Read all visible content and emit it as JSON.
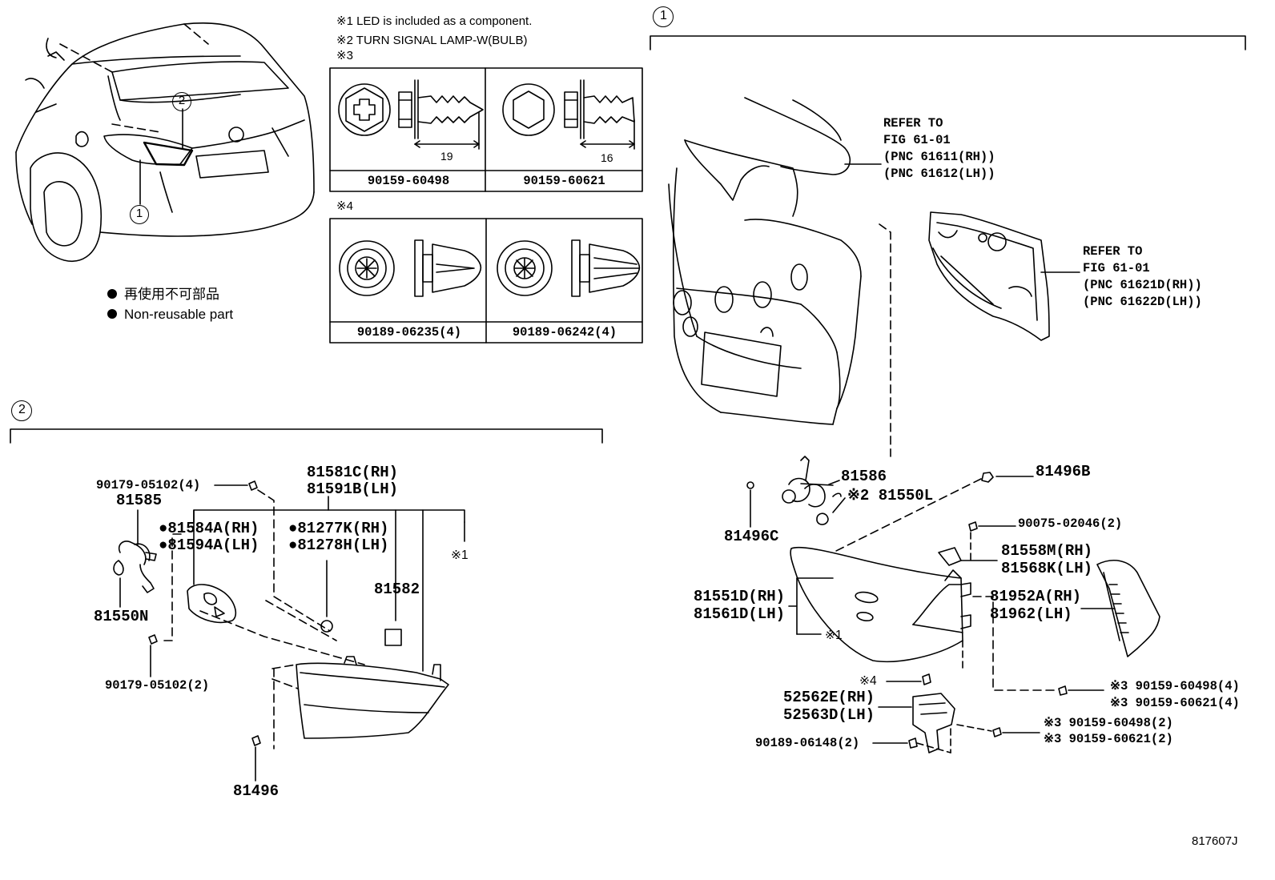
{
  "notes": {
    "n1": "※1 LED is included as a component.",
    "n2": "※2 TURN SIGNAL LAMP-W(BULB)",
    "n3": "※3",
    "n4": "※4"
  },
  "fastener_tables": {
    "t3": {
      "cells": [
        {
          "part": "90159-60498",
          "dim": "19"
        },
        {
          "part": "90159-60621",
          "dim": "16"
        }
      ]
    },
    "t4": {
      "cells": [
        {
          "part": "90189-06235(4)"
        },
        {
          "part": "90189-06242(4)"
        }
      ]
    }
  },
  "legend": {
    "jp": "再使用不可部品",
    "en": "Non-reusable part"
  },
  "callouts": {
    "c1": "1",
    "c2": "2"
  },
  "references": {
    "r1": [
      "REFER TO",
      "FIG 61-01",
      "(PNC 61611(RH))",
      "(PNC 61612(LH))"
    ],
    "r2": [
      "REFER TO",
      "FIG 61-01",
      "(PNC 61621D(RH))",
      "(PNC 61622D(LH))"
    ]
  },
  "section1_labels": {
    "p81586": "81586",
    "p81550L": "※2 81550L",
    "p81496B": "81496B",
    "p81496C": "81496C",
    "p90075": "90075-02046(2)",
    "p81558M": "81558M(RH)",
    "p81568K": "81568K(LH)",
    "p81551D": "81551D(RH)",
    "p81561D": "81561D(LH)",
    "mark1": "※1",
    "p81952A": "81952A(RH)",
    "p81962": "81962(LH)",
    "mark4": "※4",
    "p52562E": "52562E(RH)",
    "p52563D": "52563D(LH)",
    "s3_1": "※3 90159-60498(4)",
    "s3_2": "※3 90159-60621(4)",
    "s3_3": "※3 90159-60498(2)",
    "s3_4": "※3 90159-60621(2)",
    "p90189_06148": "90189-06148(2)"
  },
  "section2_labels": {
    "p90179a": "90179-05102(4)",
    "p81585": "81585",
    "p81581C": "81581C(RH)",
    "p81591B": "81591B(LH)",
    "p81584A": "●81584A(RH)",
    "p81594A": "●81594A(LH)",
    "p81277K": "●81277K(RH)",
    "p81278H": "●81278H(LH)",
    "mark1": "※1",
    "p81582": "81582",
    "p81550N": "81550N",
    "p90179b": "90179-05102(2)",
    "p81496": "81496"
  },
  "diagram_id": "817607J"
}
